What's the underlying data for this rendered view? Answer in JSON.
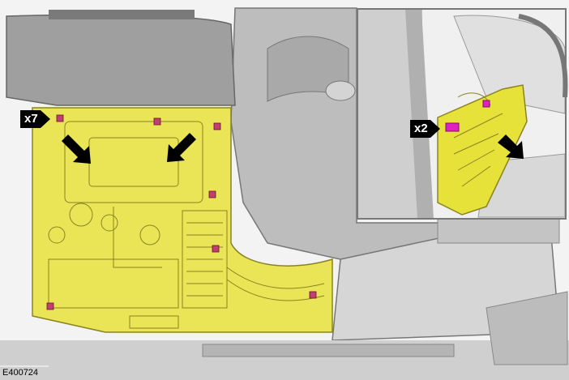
{
  "figure": {
    "id_label": "E400724"
  },
  "callouts": {
    "main_count": "x7",
    "inset_count": "x2"
  },
  "colors": {
    "highlight_yellow": "#e6e23a",
    "connector_magenta": "#e020c0",
    "plastic_gray": "#c9c9c9",
    "dark_gray": "#8a8a8a",
    "arrow_black": "#000000"
  }
}
